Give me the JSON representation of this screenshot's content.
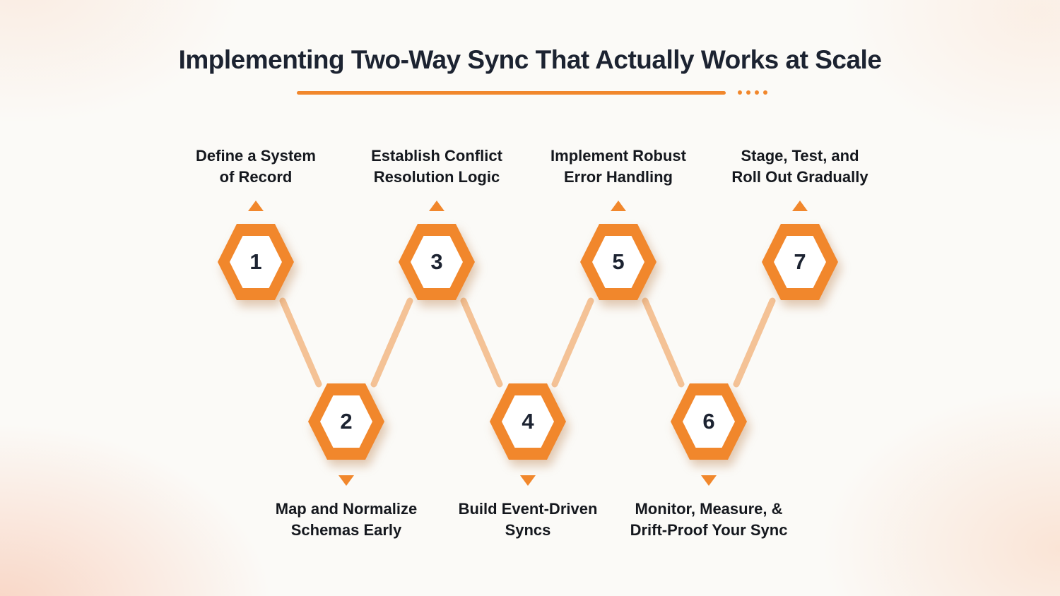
{
  "title": "Implementing Two-Way Sync That Actually Works at Scale",
  "colors": {
    "accent": "#F1872C",
    "connector": "#F4BD8C",
    "title_text": "#1C2331",
    "label_text": "#15181E",
    "hex_inner": "#FFFFFF"
  },
  "icons": {
    "up_marker": "triangle-up",
    "down_marker": "triangle-down",
    "underline_dots": "four-dots"
  },
  "steps": [
    {
      "number": "1",
      "label": "Define a System\nof Record",
      "row": "top"
    },
    {
      "number": "2",
      "label": "Map and Normalize\nSchemas Early",
      "row": "bottom"
    },
    {
      "number": "3",
      "label": "Establish Conflict\nResolution Logic",
      "row": "top"
    },
    {
      "number": "4",
      "label": "Build Event-Driven\nSyncs",
      "row": "bottom"
    },
    {
      "number": "5",
      "label": "Implement Robust\nError Handling",
      "row": "top"
    },
    {
      "number": "6",
      "label": "Monitor, Measure, &\nDrift-Proof Your Sync",
      "row": "bottom"
    },
    {
      "number": "7",
      "label": "Stage, Test, and\nRoll Out Gradually",
      "row": "top"
    }
  ]
}
